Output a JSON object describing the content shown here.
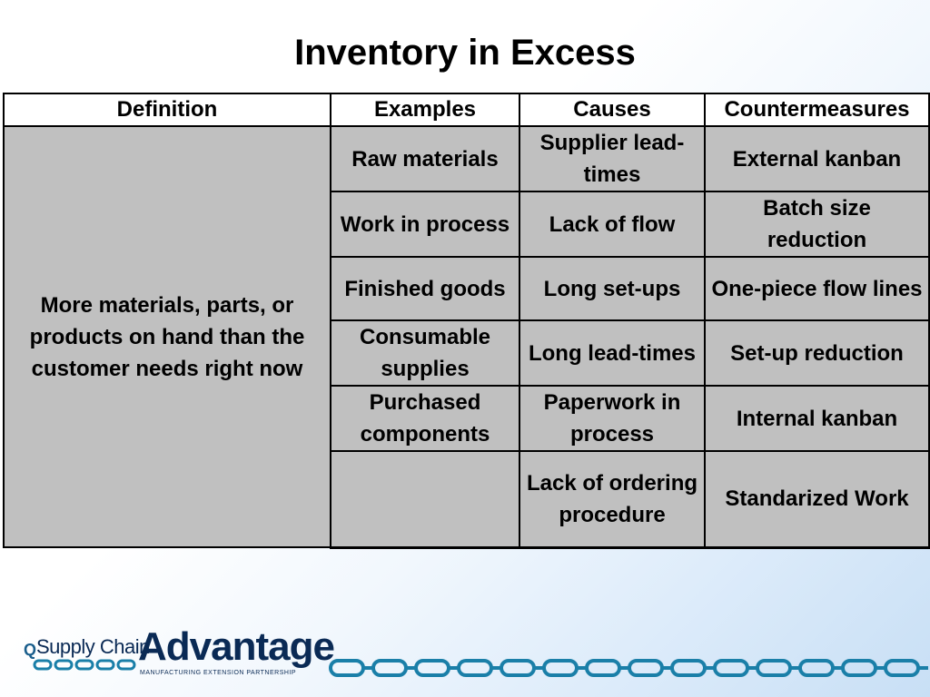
{
  "slide": {
    "title": "Inventory in Excess"
  },
  "table": {
    "headers": [
      "Definition",
      "Examples",
      "Causes",
      "Countermeasures"
    ],
    "definition": "More materials, parts, or products on hand than the customer needs right now",
    "rows": [
      {
        "example": "Raw materials",
        "cause": "Supplier lead-times",
        "countermeasure": "External kanban"
      },
      {
        "example": "Work in process",
        "cause": "Lack of flow",
        "countermeasure": "Batch size reduction"
      },
      {
        "example": "Finished goods",
        "cause": "Long set-ups",
        "countermeasure": "One-piece flow lines"
      },
      {
        "example": "Consumable supplies",
        "cause": "Long lead-times",
        "countermeasure": "Set-up reduction"
      },
      {
        "example": "Purchased components",
        "cause": "Paperwork in process",
        "countermeasure": "Internal kanban"
      },
      {
        "example": "",
        "cause": "Lack of ordering procedure",
        "countermeasure": "Standarized Work"
      }
    ]
  },
  "footer": {
    "logo_small": "Supply Chain",
    "logo_big": "Advantage",
    "logo_tagline": "MANUFACTURING EXTENSION PARTNERSHIP"
  },
  "colors": {
    "cell_fill": "#c0c0c0",
    "header_fill": "#ffffff",
    "chain": "#1a7fa8",
    "logo_text": "#0a2a55"
  }
}
